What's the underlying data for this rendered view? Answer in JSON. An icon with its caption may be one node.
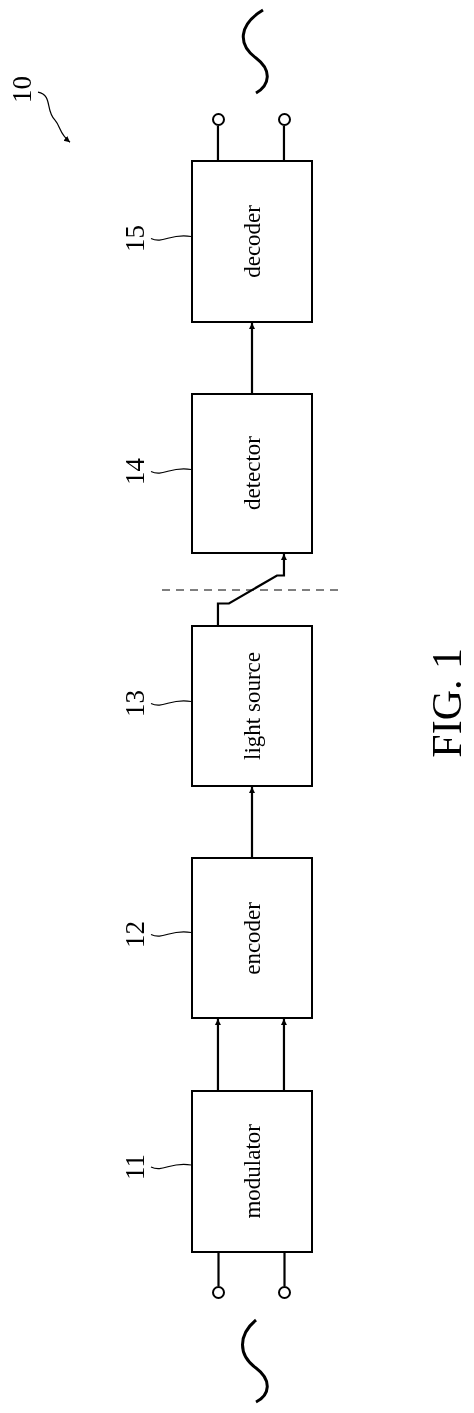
{
  "diagram": {
    "caption": "FIG. 1",
    "nodes": [
      {
        "text": [
          "10"
        ]
      },
      {
        "text": [
          "modulator"
        ]
      },
      {
        "text": [
          "encoder"
        ]
      },
      {
        "text": [
          "light source"
        ]
      },
      {
        "text": [
          "detector"
        ]
      },
      {
        "text": [
          "decoder"
        ]
      },
      {
        "text": [
          "11"
        ]
      },
      {
        "text": [
          "12"
        ]
      },
      {
        "text": [
          "13"
        ]
      },
      {
        "text": [
          "14"
        ]
      },
      {
        "text": [
          "15"
        ]
      },
      {
        "text": [],
        "shape": "circle"
      },
      {
        "text": [],
        "shape": "circle"
      },
      {
        "text": [],
        "shape": "circle"
      },
      {
        "text": [],
        "shape": "circle"
      }
    ],
    "edges": [
      {
        "from": 11,
        "to": 1,
        "arrow": "none"
      },
      {
        "from": 12,
        "to": 1,
        "arrow": "none"
      },
      {
        "from": 1,
        "to": 2,
        "arrow": "to"
      },
      {
        "from": 1,
        "to": 2,
        "arrow": "to"
      },
      {
        "from": 2,
        "to": 3,
        "arrow": "to"
      },
      {
        "from": 3,
        "to": 4,
        "arrow": "to"
      },
      {
        "from": 4,
        "to": 5,
        "arrow": "to"
      },
      {
        "from": 5,
        "to": 13,
        "arrow": "none"
      },
      {
        "from": 5,
        "to": 14,
        "arrow": "none"
      },
      {
        "from": 6,
        "to": 1,
        "arrow": "none"
      },
      {
        "from": 7,
        "to": 2,
        "arrow": "none"
      },
      {
        "from": 8,
        "to": 3,
        "arrow": "none"
      },
      {
        "from": 9,
        "to": 4,
        "arrow": "none"
      },
      {
        "from": 10,
        "to": 5,
        "arrow": "none"
      },
      {
        "from": 0,
        "to": null,
        "arrow": "to"
      }
    ]
  }
}
